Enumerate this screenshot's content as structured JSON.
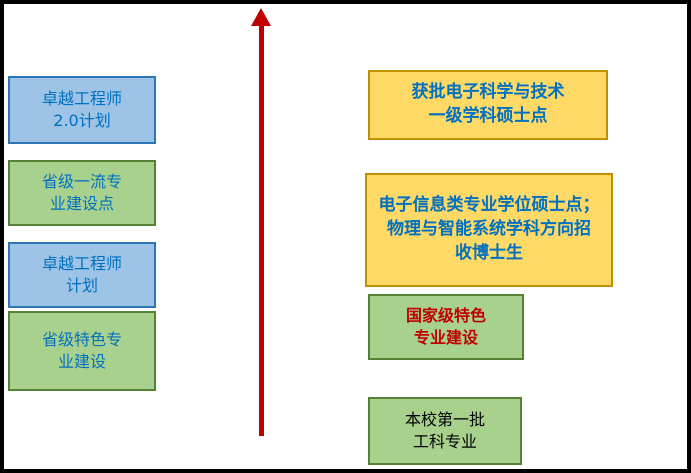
{
  "palette": {
    "arrow": "#C00000",
    "blue_fill": "#9DC3E6",
    "blue_border": "#2E75B6",
    "green_fill": "#A9D18E",
    "green_border": "#548235",
    "orange_fill": "#FFD966",
    "orange_border": "#BF9000",
    "blue_text": "#0070C0",
    "red_text": "#C00000",
    "black_text": "#000000"
  },
  "timeline": {
    "left_boxes": [
      {
        "label": "卓越工程师\n2.0计划",
        "style": "blue"
      },
      {
        "label": "省级一流专\n业建设点",
        "style": "green"
      },
      {
        "label": "卓越工程师\n计划",
        "style": "blue"
      },
      {
        "label": "省级特色专\n业建设",
        "style": "green"
      }
    ],
    "right_boxes": [
      {
        "label": "获批电子科学与技术\n一级学科硕士点",
        "style": "orange"
      },
      {
        "label": "电子信息类专业学位硕士点；\n物理与智能系统学科方向招\n收博士生",
        "style": "orange"
      },
      {
        "label": "国家级特色\n专业建设",
        "style": "green-red-text"
      },
      {
        "label": "本校第一批\n工科专业",
        "style": "green-black-text"
      }
    ]
  }
}
